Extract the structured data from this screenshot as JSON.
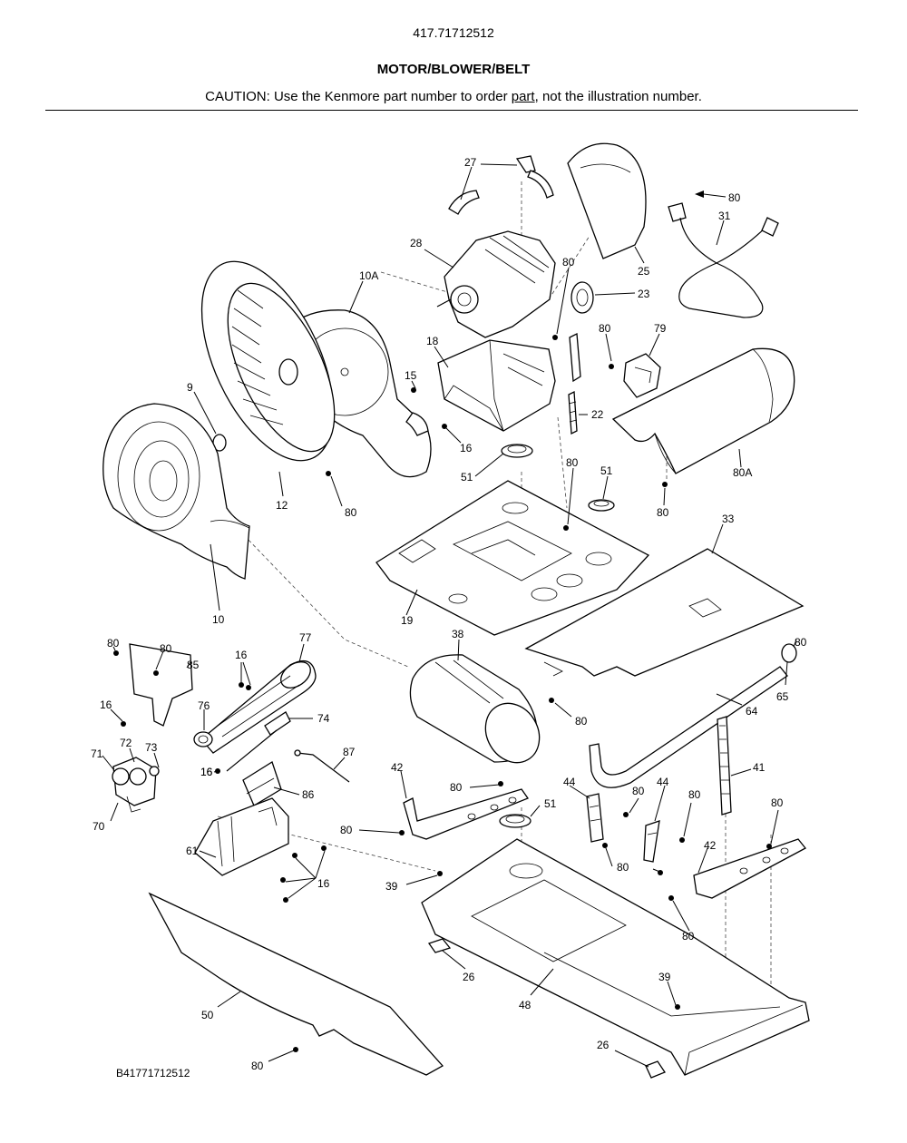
{
  "header": {
    "model": "417.71712512",
    "title": "MOTOR/BLOWER/BELT",
    "caution_pre": "CAUTION: Use the Kenmore part number to order ",
    "caution_link": "part",
    "caution_post": ", not the illustration number."
  },
  "diagram_code": "B41771712512",
  "callouts": [
    "27",
    "80",
    "31",
    "25",
    "28",
    "10A",
    "80",
    "23",
    "80",
    "79",
    "18",
    "15",
    "9",
    "16",
    "22",
    "80A",
    "51",
    "80",
    "51",
    "12",
    "80",
    "80",
    "10",
    "33",
    "19",
    "38",
    "80",
    "80",
    "85",
    "16",
    "77",
    "80",
    "16",
    "76",
    "74",
    "65",
    "64",
    "16",
    "80",
    "73",
    "72",
    "87",
    "41",
    "71",
    "16",
    "42",
    "86",
    "80",
    "44",
    "44",
    "51",
    "80",
    "80",
    "80",
    "70",
    "80",
    "61",
    "42",
    "16",
    "39",
    "80",
    "80",
    "26",
    "48",
    "39",
    "50",
    "26",
    "80"
  ]
}
